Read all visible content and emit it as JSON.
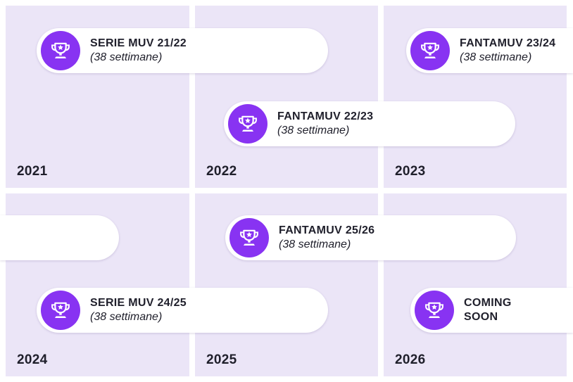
{
  "colors": {
    "cell_bg": "#ebe5f7",
    "badge": "#8833f2",
    "card": "#ffffff",
    "text": "#1f1f2b"
  },
  "icon": "trophy-star-icon",
  "years": [
    "2021",
    "2022",
    "2023",
    "2024",
    "2025",
    "2026"
  ],
  "seasons": [
    {
      "title": "SERIE MUV 21/22",
      "subtitle": "(38 settimane)"
    },
    {
      "title": "FANTAMUV 22/23",
      "subtitle": "(38 settimane)"
    },
    {
      "title": "FANTAMUV 23/24",
      "subtitle": "(38 settimane)"
    },
    {
      "title": "FANTAMUV 25/26",
      "subtitle": "(38 settimane)"
    },
    {
      "title": "SERIE MUV 24/25",
      "subtitle": "(38 settimane)"
    },
    {
      "title": "COMING",
      "title_line2": "SOON"
    }
  ]
}
